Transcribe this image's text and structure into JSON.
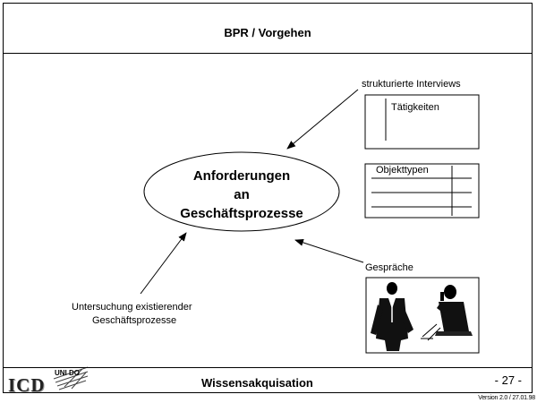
{
  "header": {
    "title": "BPR / Vorgehen"
  },
  "diagram": {
    "center": {
      "line1": "Anforderungen",
      "line2": "an",
      "line3": "Geschäftsprozesse"
    },
    "interviews": {
      "caption": "strukturierte Interviews",
      "box_label": "Tätigkeiten"
    },
    "objekte": {
      "box_label": "Objekttypen"
    },
    "gespraeche": {
      "caption": "Gespräche"
    },
    "untersuchung": {
      "line1": "Untersuchung existierender",
      "line2": "Geschäftsprozesse"
    }
  },
  "footer": {
    "title": "Wissensakquisation",
    "page": "- 27 -",
    "version": "Version 2.0 / 27.01.98",
    "logo_text": "ICD",
    "uni_text": "UNI DO"
  }
}
